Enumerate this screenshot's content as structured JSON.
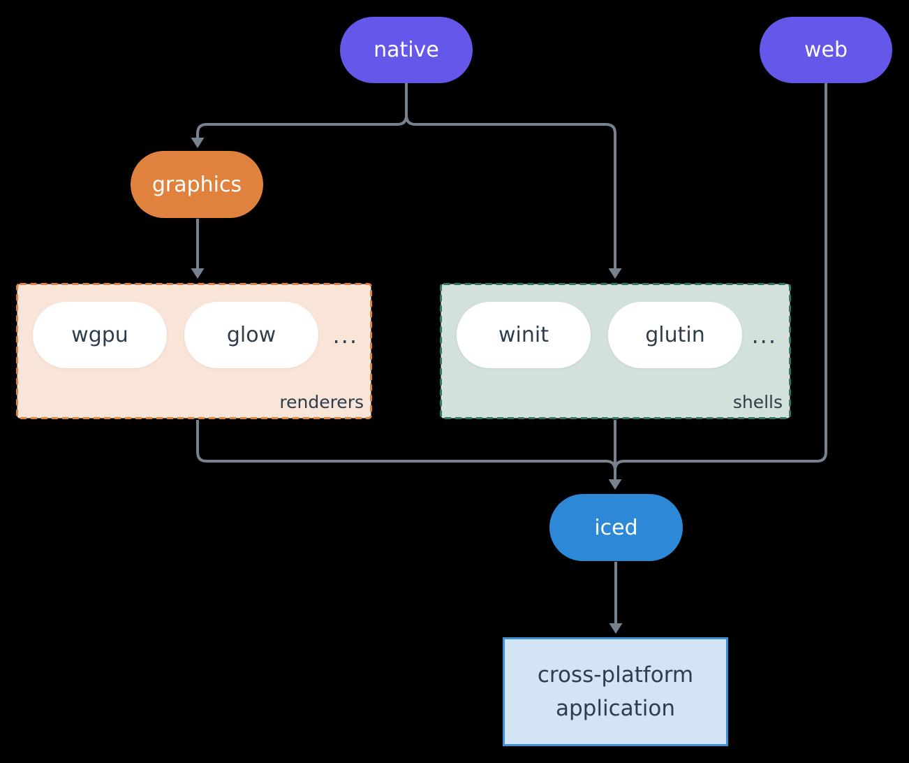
{
  "canvas": {
    "background": "#000000"
  },
  "nodes": {
    "native": {
      "label": "native",
      "fill": "#6557e9"
    },
    "web": {
      "label": "web",
      "fill": "#6557e9"
    },
    "graphics": {
      "label": "graphics",
      "fill": "#e0823d"
    },
    "iced": {
      "label": "iced",
      "fill": "#2d88d8"
    },
    "application": {
      "label": "cross-platform application",
      "fill": "#d3e4f5",
      "border": "#3f8fd9"
    }
  },
  "groups": {
    "renderers": {
      "label": "renderers",
      "items": [
        "wgpu",
        "glow"
      ],
      "ellipsis": "...",
      "fill": "#f9e5d7",
      "border": "#e1843f"
    },
    "shells": {
      "label": "shells",
      "items": [
        "winit",
        "glutin"
      ],
      "ellipsis": "...",
      "fill": "#d2e1da",
      "border": "#2f7767"
    }
  },
  "item_pill": {
    "fill": "#ffffff",
    "text_color": "#2e3d4d"
  },
  "connector_color": "#76828e",
  "edges": [
    {
      "from": "native",
      "to": "graphics"
    },
    {
      "from": "native",
      "to": "shells"
    },
    {
      "from": "graphics",
      "to": "renderers"
    },
    {
      "from": "renderers",
      "to": "iced"
    },
    {
      "from": "shells",
      "to": "iced"
    },
    {
      "from": "web",
      "to": "iced"
    },
    {
      "from": "iced",
      "to": "application"
    }
  ]
}
